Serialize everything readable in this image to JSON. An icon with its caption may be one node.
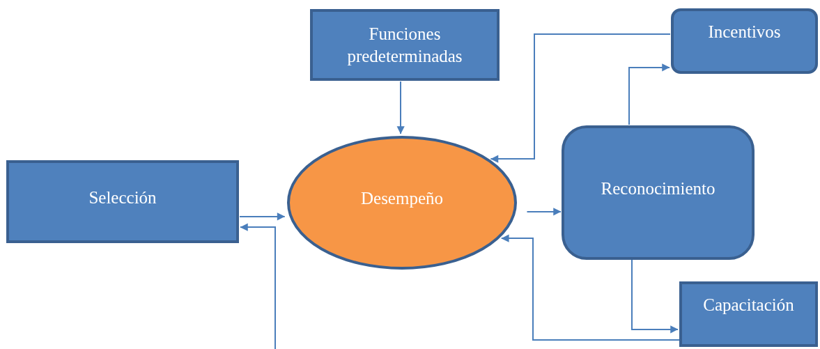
{
  "diagram": {
    "nodes": [
      {
        "text": [
          "Funciones predeterminadas"
        ]
      },
      {
        "text": [
          "Incentivos"
        ]
      },
      {
        "text": [
          "Selección"
        ]
      },
      {
        "text": [
          "Desempeño"
        ]
      },
      {
        "text": [
          "Reconocimiento"
        ]
      },
      {
        "text": [
          "Capacitación"
        ]
      }
    ],
    "edges": [
      {
        "from": 0,
        "to": 3,
        "arrow": "to"
      },
      {
        "from": 1,
        "to": 3,
        "arrow": "to"
      },
      {
        "from": 4,
        "to": 1,
        "arrow": "to"
      },
      {
        "from": 2,
        "to": 3,
        "arrow": "to"
      },
      {
        "from": null,
        "to": 2,
        "arrow": "to"
      },
      {
        "from": 3,
        "to": 4,
        "arrow": "to"
      },
      {
        "from": 4,
        "to": 5,
        "arrow": "to"
      },
      {
        "from": 5,
        "to": 3,
        "arrow": "to"
      }
    ]
  }
}
